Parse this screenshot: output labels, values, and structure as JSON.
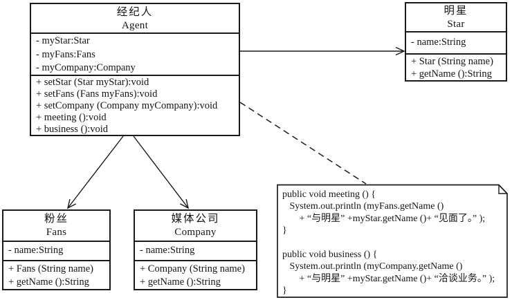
{
  "classes": {
    "agent": {
      "name_zh": "经纪人",
      "name_en": "Agent",
      "attributes": [
        "- myStar:Star",
        "- myFans:Fans",
        "- myCompany:Company"
      ],
      "methods": [
        "+ setStar (Star myStar):void",
        "+ setFans (Fans myFans):void",
        "+ setCompany (Company myCompany):void",
        "+ meeting ():void",
        "+ business ():void"
      ]
    },
    "star": {
      "name_zh": "明星",
      "name_en": "Star",
      "attributes": [
        "- name:String"
      ],
      "methods": [
        "+ Star (String name)",
        "+ getName ():String"
      ]
    },
    "fans": {
      "name_zh": "粉丝",
      "name_en": "Fans",
      "attributes": [
        "- name:String"
      ],
      "methods": [
        "+ Fans (String name)",
        "+ getName ():String"
      ]
    },
    "company": {
      "name_zh": "媒体公司",
      "name_en": "Company",
      "attributes": [
        "- name:String"
      ],
      "methods": [
        "+ Company (String name)",
        "+ getName ():String"
      ]
    }
  },
  "note": {
    "lines": [
      "public void meeting () {",
      "   System.out.println (myFans.getName ()",
      "       + “与明星” +myStar.getName ()+ “见面了。” );",
      "}",
      "",
      "public void business () {",
      "   System.out.println (myCompany.getName ()",
      "       + “与明星” +myStar.getName ()+ “洽谈业务。” );",
      "}"
    ]
  },
  "colors": {
    "line": "#1a1a1a",
    "background": "#ffffff"
  }
}
